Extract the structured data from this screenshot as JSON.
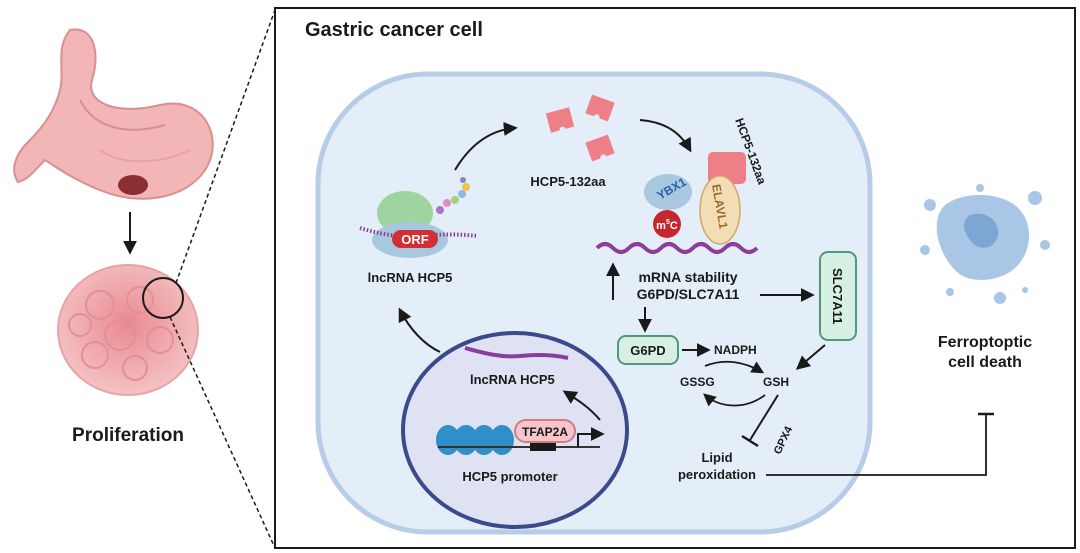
{
  "panel_title": "Gastric cancer cell",
  "left": {
    "proliferation": "Proliferation"
  },
  "labels": {
    "orf": "ORF",
    "lncrna_top": "lncRNA HCP5",
    "peptide": "HCP5-132aa",
    "peptide_bound": "HCP5-132aa",
    "ybx1": "YBX1",
    "elavl1": "ELAVL1",
    "m5c_base": "m",
    "m5c_sup": "5",
    "m5c_end": "C",
    "mrna_line1": "mRNA stability",
    "mrna_line2": "G6PD/SLC7A11",
    "slc7a11": "SLC7A11",
    "g6pd": "G6PD",
    "nadph": "NADPH",
    "gssg": "GSSG",
    "gsh": "GSH",
    "gpx4": "GPX4",
    "lipid_line1": "Lipid",
    "lipid_line2": "peroxidation",
    "lncrna_nucleus": "lncRNA HCP5",
    "tfap2a": "TFAP2A",
    "promoter": "HCP5 promoter",
    "ferro_line1": "Ferroptoptic",
    "ferro_line2": "cell death"
  },
  "colors": {
    "cell_fill": "#e3eef9",
    "cell_stroke": "#b7cce6",
    "nucleus_fill": "#dfe2f3",
    "nucleus_stroke": "#3b4a8c",
    "peptide": "#ef7f86",
    "rna": "#8a3d9b",
    "box_fill": "#d8efe4",
    "box_stroke": "#4c9a78",
    "dead_cell": "#a9c6e6"
  }
}
